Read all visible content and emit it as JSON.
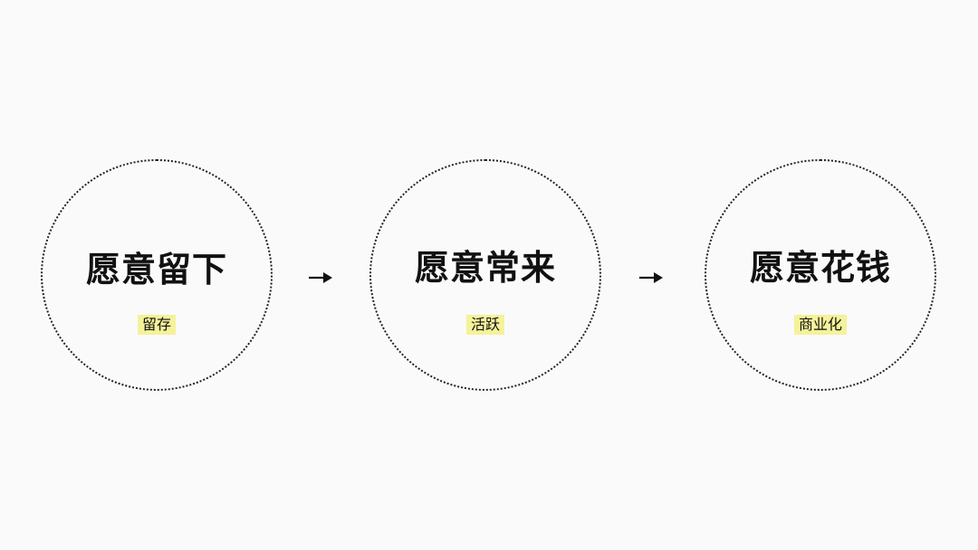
{
  "stages": [
    {
      "title": "愿意留下",
      "tag": "留存"
    },
    {
      "title": "愿意常来",
      "tag": "活跃"
    },
    {
      "title": "愿意花钱",
      "tag": "商业化"
    }
  ],
  "colors": {
    "background": "#fafafa",
    "circle_border": "#222222",
    "tag_highlight": "#f5f29a",
    "text": "#111111"
  },
  "icons": [
    "arrow-right-icon",
    "arrow-right-icon"
  ]
}
